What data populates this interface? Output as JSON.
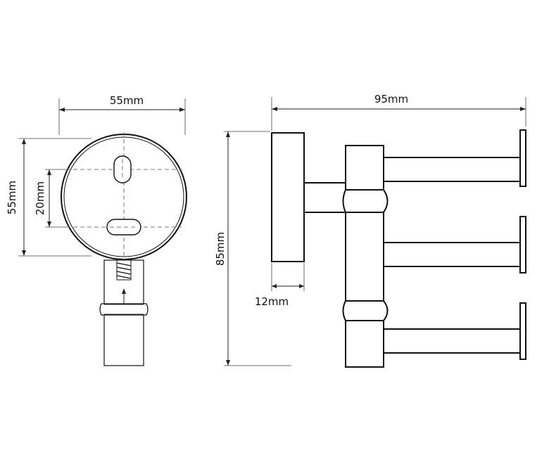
{
  "dimensions": {
    "front_width": "55mm",
    "front_height": "55mm",
    "hole_spacing": "20mm",
    "side_width": "95mm",
    "side_height": "85mm",
    "base_thickness": "12mm"
  }
}
